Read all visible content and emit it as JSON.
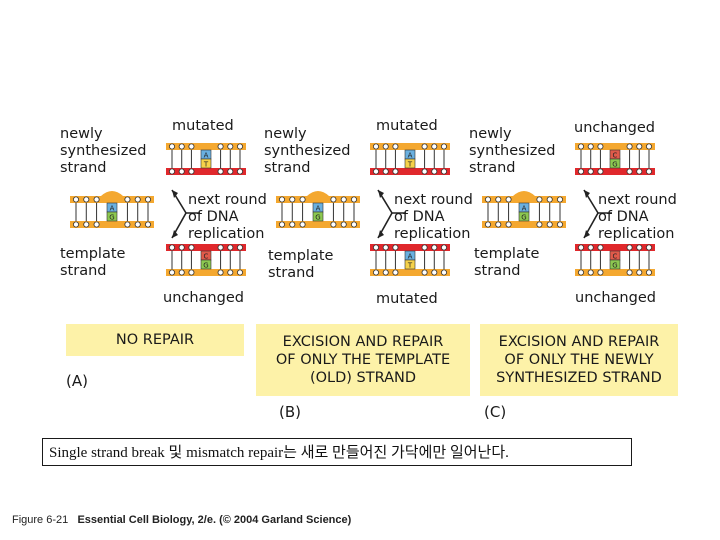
{
  "panels": [
    {
      "letter": "(A)",
      "top_label": "mutated",
      "bottom_label": "unchanged",
      "newly_label": "newly\nsynthesized\nstrand",
      "template_label": "template\nstrand",
      "arrow_label": "next round\nof DNA\nreplication",
      "box_text": "NO REPAIR",
      "top_pair": [
        "A",
        "T"
      ],
      "bottom_pair": [
        "C",
        "G"
      ],
      "mid_pair": [
        "A",
        "G"
      ]
    },
    {
      "letter": "(B)",
      "top_label": "mutated",
      "bottom_label": "mutated",
      "newly_label": "newly\nsynthesized\nstrand",
      "template_label": "template\nstrand",
      "arrow_label": "next round\nof DNA\nreplication",
      "box_text": "EXCISION AND REPAIR\nOF ONLY THE TEMPLATE\n(OLD) STRAND",
      "top_pair": [
        "A",
        "T"
      ],
      "bottom_pair": [
        "A",
        "T"
      ],
      "mid_pair": [
        "A",
        "G"
      ]
    },
    {
      "letter": "(C)",
      "top_label": "unchanged",
      "bottom_label": "unchanged",
      "newly_label": "newly\nsynthesized\nstrand",
      "template_label": "template\nstrand",
      "arrow_label": "next round\nof DNA\nreplication",
      "box_text": "EXCISION AND REPAIR\nOF ONLY THE NEWLY\nSYNTHESIZED STRAND",
      "top_pair": [
        "C",
        "G"
      ],
      "bottom_pair": [
        "C",
        "G"
      ],
      "mid_pair": [
        "A",
        "G"
      ]
    }
  ],
  "caption": "Single strand break 및 mismatch repair는 새로 만들어진 가닥에만 일어난다.",
  "credit_prefix": "Figure 6-21",
  "credit_title": "Essential Cell Biology, 2/e.",
  "credit_suffix": "(© 2004 Garland Science)",
  "colors": {
    "strand_orange": "#f4a830",
    "strand_red": "#e0282c",
    "box_yellow": "#fdf2a8",
    "base_blue": "#6ab0e0",
    "base_yellow": "#f6d24a",
    "base_green": "#8cc850",
    "base_red": "#e05a4a"
  }
}
